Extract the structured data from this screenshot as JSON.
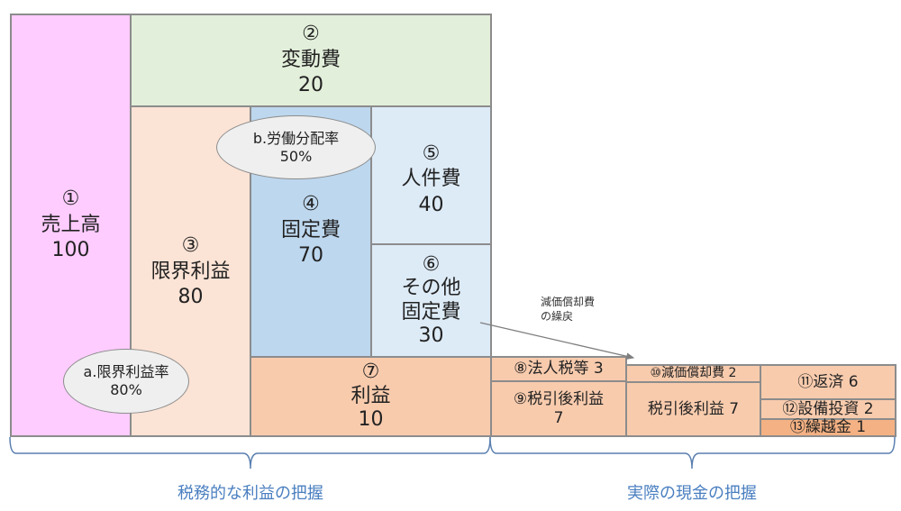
{
  "colors": {
    "sales": "#ffccff",
    "variable_cost": "#e2efda",
    "marginal_profit": "#fbe3d5",
    "fixed_cost": "#bdd7ee",
    "other_fixed": "#ddebf7",
    "profit": "#f8cbad",
    "carryover": "#f4b183",
    "border": "#8c8c8c",
    "caption": "#4a7fc0"
  },
  "blocks": {
    "sales": {
      "num": "①",
      "label": "売上高",
      "value": "100"
    },
    "variable_cost": {
      "num": "②",
      "label": "変動費",
      "value": "20"
    },
    "marginal_profit": {
      "num": "③",
      "label": "限界利益",
      "value": "80"
    },
    "fixed_cost": {
      "num": "④",
      "label": "固定費",
      "value": "70"
    },
    "personnel": {
      "num": "⑤",
      "label": "人件費",
      "value": "40"
    },
    "other_fixed": {
      "num": "⑥",
      "label1": "その他",
      "label2": "固定費",
      "value": "30"
    },
    "profit": {
      "num": "⑦",
      "label": "利益",
      "value": "10"
    },
    "corporate_tax": {
      "text": "⑧法人税等 3"
    },
    "after_tax_profit": {
      "label": "⑨税引後利益",
      "value": "7"
    },
    "depreciation": {
      "text": "⑩減価償却費 2"
    },
    "after_tax_profit_2": {
      "text": "税引後利益 7"
    },
    "repayment": {
      "text": "⑪返済 6"
    },
    "capex": {
      "text": "⑫設備投資 2"
    },
    "carryover": {
      "text": "⑬繰越金 1"
    }
  },
  "ellipses": {
    "marginal_rate": {
      "label": "a.限界利益率",
      "value": "80%"
    },
    "labor_share": {
      "label": "b.労働分配率",
      "value": "50%"
    }
  },
  "annotation": {
    "line1": "減価償却費",
    "line2": "の繰戻"
  },
  "captions": {
    "left": "税務的な利益の把握",
    "right": "実際の現金の把握"
  }
}
